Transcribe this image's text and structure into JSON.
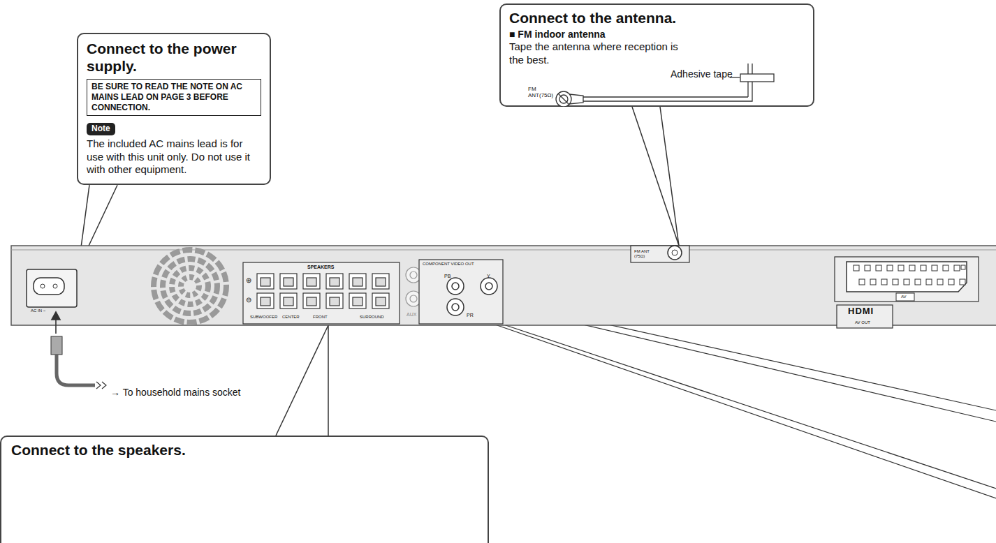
{
  "diagram": {
    "nodes": [
      {
        "text": [
          "Connect to the power supply.",
          "The included AC mains lead is for use with this unit only. Do not use it with other equipment."
        ]
      },
      {
        "text": [
          "BE SURE TO READ THE NOTE ON AC MAINS LEAD ON PAGE 3 BEFORE CONNECTION."
        ],
        "in": 0
      },
      {
        "text": [
          "Note"
        ],
        "in": 0
      },
      {
        "text": [
          "Connect to the antenna.",
          "■ FM indoor antenna",
          "Tape the antenna where reception is the best."
        ]
      },
      {
        "text": [
          "Connect to the speakers."
        ]
      }
    ],
    "labels": [
      "Adhesive tape",
      "FM ANT(75Ω)",
      "AC IN ~",
      "SPEAKERS",
      "⊕",
      "⊖",
      "SUBWOOFER",
      "CENTER",
      "FRONT",
      "SURROUND",
      "AUX",
      "COMPONENT VIDEO OUT",
      "PB",
      "Y",
      "PR",
      "FM ANT (75Ω)",
      "AV",
      "HDMI",
      "AV OUT",
      "→ To household mains socket"
    ]
  }
}
